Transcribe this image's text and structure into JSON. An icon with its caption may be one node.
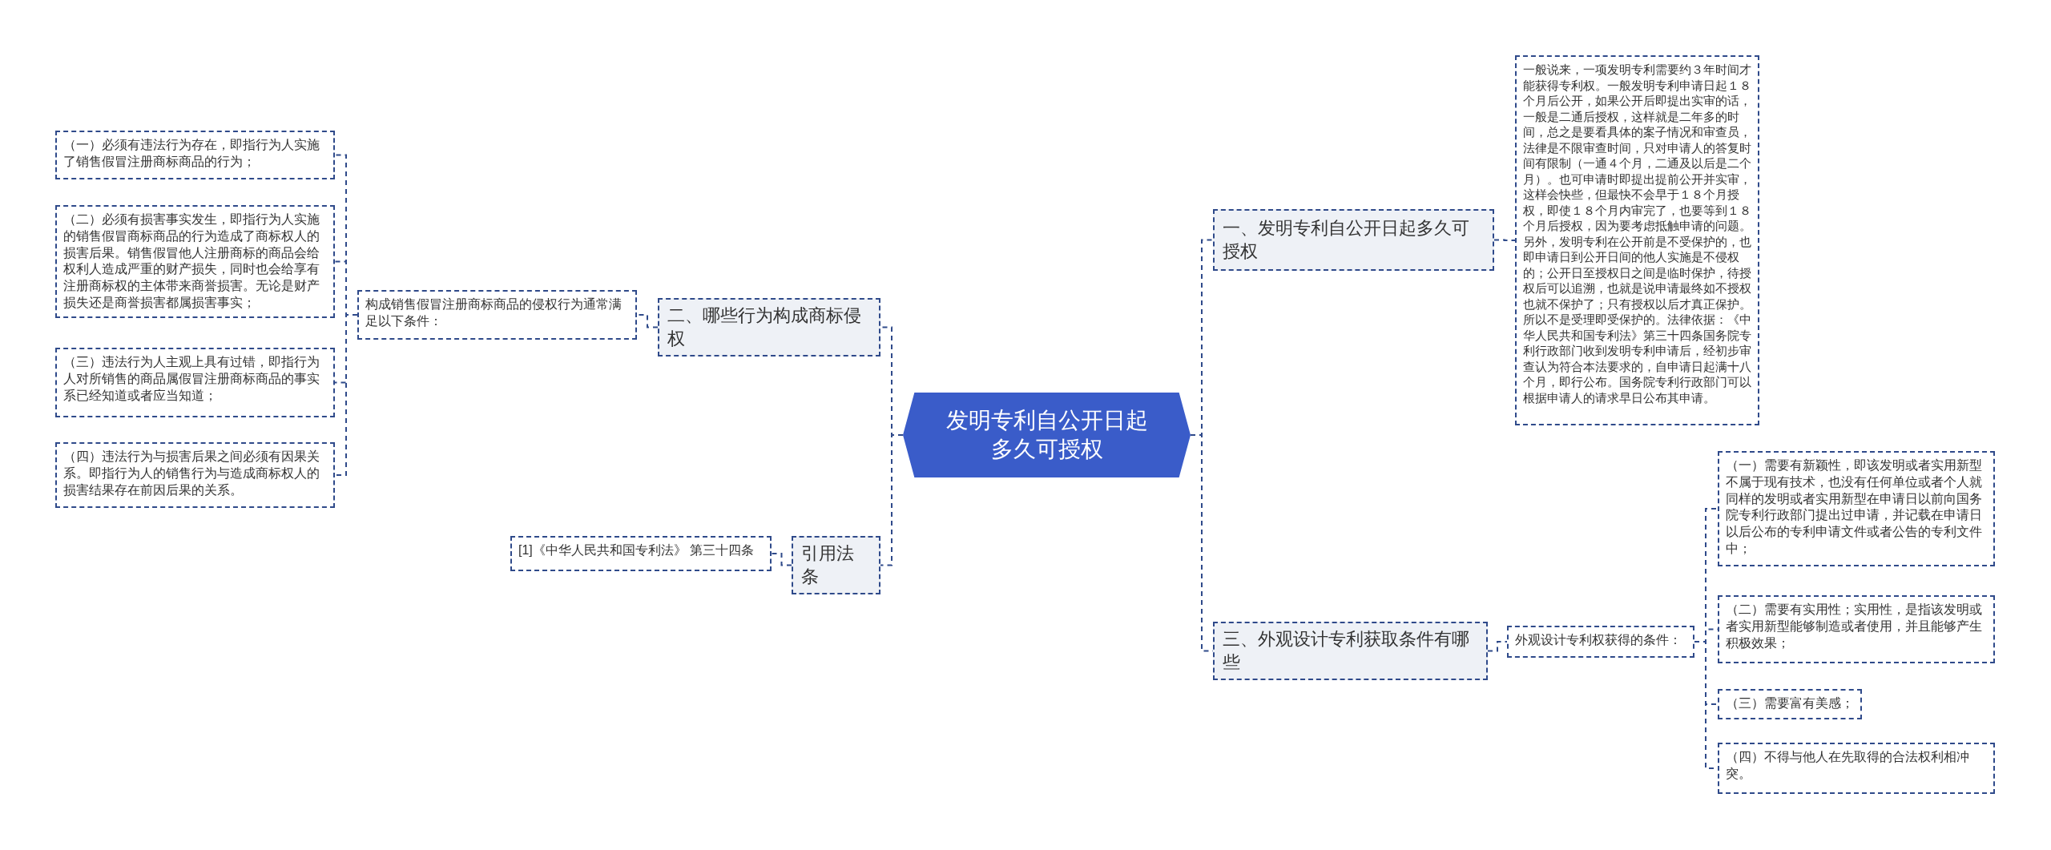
{
  "diagram": {
    "nodes": [
      {
        "text": [
          "发明专利自公开日起多久可授权"
        ]
      },
      {
        "text": [
          "二、哪些行为构成商标侵权"
        ]
      },
      {
        "text": [
          "构成销售假冒注册商标商品的侵权行为通常满足以下条件："
        ]
      },
      {
        "text": [
          "（一）必须有违法行为存在，即指行为人实施了销售假冒注册商标商品的行为；"
        ]
      },
      {
        "text": [
          "（二）必须有损害事实发生，即指行为人实施的销售假冒商标商品的行为造成了商标权人的损害后果。销售假冒他人注册商标的商品会给权利人造成严重的财产损失，同时也会给享有注册商标权的主体带来商誉损害。无论是财产损失还是商誉损害都属损害事实；"
        ]
      },
      {
        "text": [
          "（三）违法行为人主观上具有过错，即指行为人对所销售的商品属假冒注册商标商品的事实系已经知道或者应当知道；"
        ]
      },
      {
        "text": [
          "（四）违法行为与损害后果之间必须有因果关系。即指行为人的销售行为与造成商标权人的损害结果存在前因后果的关系。"
        ]
      },
      {
        "text": [
          "引用法条"
        ]
      },
      {
        "text": [
          "[1]《中华人民共和国专利法》 第三十四条"
        ]
      },
      {
        "text": [
          "一、发明专利自公开日起多久可授权"
        ]
      },
      {
        "text": [
          "一般说来，一项发明专利需要约３年时间才能获得专利权。一般发明专利申请日起１８个月后公开，如果公开后即提出实审的话，一般是二通后授权，这样就是二年多的时间，总之是要看具体的案子情况和审查员，法律是不限审查时间，只对申请人的答复时间有限制（一通４个月，二通及以后是二个月）。也可申请时即提出提前公开并实审，这样会快些，但最快不会早于１８个月授权，即使１８个月内审完了，也要等到１８个月后授权，因为要考虑抵触申请的问题。另外，发明专利在公开前是不受保护的，也即申请日到公开日间的他人实施是不侵权的；公开日至授权日之间是临时保护，待授权后可以追溯，也就是说申请最终如不授权也就不保护了；只有授权以后才真正保护。所以不是受理即受保护的。法律依据：《中华人民共和国专利法》第三十四条国务院专利行政部门收到发明专利申请后，经初步审查认为符合本法要求的，自申请日起满十八个月，即行公布。国务院专利行政部门可以根据申请人的请求早日公布其申请。"
        ]
      },
      {
        "text": [
          "三、外观设计专利获取条件有哪些"
        ]
      },
      {
        "text": [
          "外观设计专利权获得的条件："
        ]
      },
      {
        "text": [
          "（一）需要有新颖性，即该发明或者实用新型不属于现有技术，也没有任何单位或者个人就同样的发明或者实用新型在申请日以前向国务院专利行政部门提出过申请，并记载在申请日以后公布的专利申请文件或者公告的专利文件中；"
        ]
      },
      {
        "text": [
          "（二）需要有实用性；实用性，是指该发明或者实用新型能够制造或者使用，并且能够产生积极效果；"
        ]
      },
      {
        "text": [
          "（三）需要富有美感；"
        ]
      },
      {
        "text": [
          "（四）不得与他人在先取得的合法权利相冲突。"
        ]
      }
    ],
    "edges": [
      {
        "from": 0,
        "to": 1,
        "arrow": "none"
      },
      {
        "from": 1,
        "to": 2,
        "arrow": "none"
      },
      {
        "from": 2,
        "to": 3,
        "arrow": "none"
      },
      {
        "from": 2,
        "to": 4,
        "arrow": "none"
      },
      {
        "from": 2,
        "to": 5,
        "arrow": "none"
      },
      {
        "from": 2,
        "to": 6,
        "arrow": "none"
      },
      {
        "from": 0,
        "to": 7,
        "arrow": "none"
      },
      {
        "from": 7,
        "to": 8,
        "arrow": "none"
      },
      {
        "from": 0,
        "to": 9,
        "arrow": "none"
      },
      {
        "from": 9,
        "to": 10,
        "arrow": "none"
      },
      {
        "from": 0,
        "to": 11,
        "arrow": "none"
      },
      {
        "from": 11,
        "to": 12,
        "arrow": "none"
      },
      {
        "from": 12,
        "to": 13,
        "arrow": "none"
      },
      {
        "from": 12,
        "to": 14,
        "arrow": "none"
      },
      {
        "from": 12,
        "to": 15,
        "arrow": "none"
      },
      {
        "from": 12,
        "to": 16,
        "arrow": "none"
      }
    ]
  }
}
